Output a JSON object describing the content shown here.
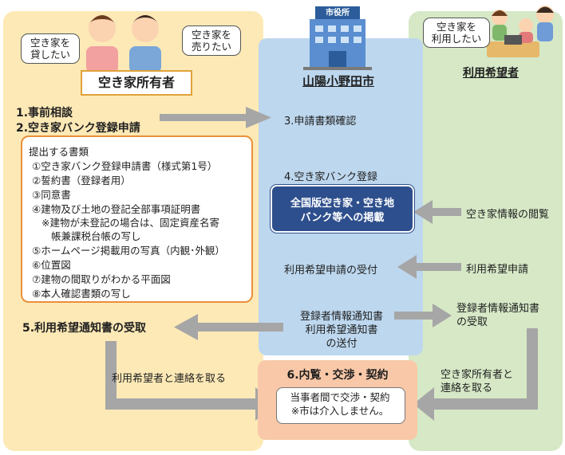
{
  "owner": {
    "bubble1": [
      "空き家を",
      "貸したい"
    ],
    "bubble2": [
      "空き家を",
      "売りたい"
    ],
    "header": "空き家所有者",
    "step1": "1.事前相談",
    "step2": "2.空き家バンク登録申請",
    "docs_title": "提出する書類",
    "docs": [
      "①空き家バンク登録申請書（様式第1号）",
      "②誓約書（登録者用）",
      "③同意書",
      "④建物及び土地の登記全部事項証明書",
      "※建物が未登記の場合は、固定資産名寄",
      "帳兼課税台帳の写し",
      "⑤ホームページ掲載用の写真（内観･外観）",
      "⑥位置図",
      "⑦建物の間取りがわかる平面図",
      "⑧本人確認書類の写し"
    ],
    "step5": "5.利用希望通知書の受取",
    "contact": "利用希望者と連絡を取る"
  },
  "city": {
    "building_sign": "市役所",
    "header": "山陽小野田市",
    "step3": "3.申請書類確認",
    "step4": "4.空き家バンク登録",
    "national": [
      "全国版空き家・空き地",
      "バンク等への掲載"
    ],
    "accept": "利用希望申請の受付",
    "notify": [
      "登録者情報通知書",
      "利用希望通知書",
      "の送付"
    ]
  },
  "user": {
    "bubble": [
      "空き家を",
      "利用したい"
    ],
    "header": "利用希望者",
    "browse": "空き家情報の閲覧",
    "apply": "利用希望申請",
    "receive": [
      "登録者情報通知書",
      "の受取"
    ],
    "contact": [
      "空き家所有者と",
      "連絡を取る"
    ]
  },
  "step6": {
    "title": "6.内覧・交渉・契約",
    "note": [
      "当事者間で交渉・契約",
      "※市は介入しません。"
    ]
  },
  "colors": {
    "owner_bg": "#fde9b6",
    "city_bg": "#bdd7ee",
    "user_bg": "#d6e8c6",
    "arrow": "#999999",
    "national_box": "#2e4f8d",
    "step6_bg": "#f8c8a8",
    "docs_border": "#e8903a"
  }
}
